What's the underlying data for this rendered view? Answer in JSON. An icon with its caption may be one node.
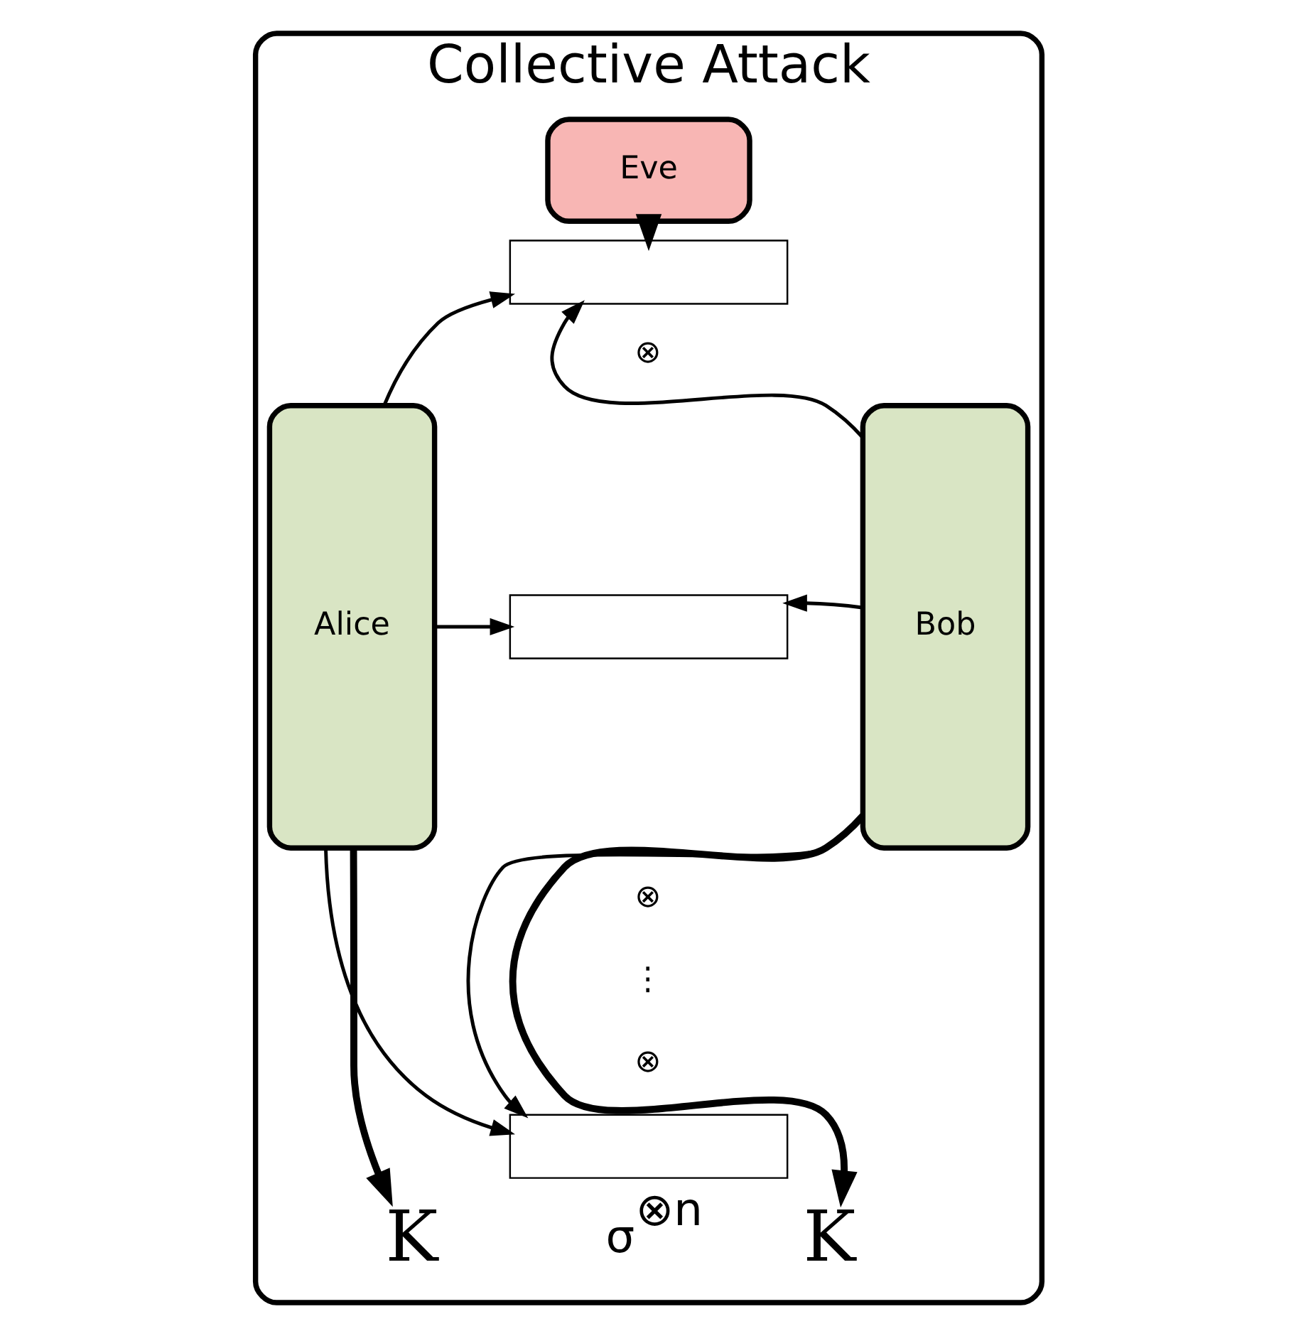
{
  "diagram": {
    "nodes": [
      {
        "text": [
          "Collective Attack"
        ]
      },
      {
        "text": [
          "Eve"
        ],
        "in": 0
      },
      {
        "text": [
          "Alice"
        ],
        "in": 0
      },
      {
        "text": [
          "Bob"
        ],
        "in": 0
      },
      {
        "text": [],
        "shape": "box",
        "in": 0
      },
      {
        "text": [],
        "shape": "box",
        "in": 0
      },
      {
        "text": [],
        "shape": "box",
        "in": 0
      },
      {
        "text": [
          "K"
        ],
        "in": 0
      },
      {
        "text": [
          "K"
        ],
        "in": 0
      }
    ],
    "edges": [
      {
        "from": 1,
        "to": 4,
        "arrow": "to",
        "style": "thick"
      },
      {
        "from": 2,
        "to": 4,
        "arrow": "to"
      },
      {
        "from": 2,
        "to": 5,
        "arrow": "to"
      },
      {
        "from": 2,
        "to": 6,
        "arrow": "to"
      },
      {
        "from": 3,
        "to": 4,
        "arrow": "to"
      },
      {
        "from": 3,
        "to": 5,
        "arrow": "to"
      },
      {
        "from": 3,
        "to": 6,
        "arrow": "to"
      },
      {
        "from": 2,
        "to": 7,
        "arrow": "to",
        "style": "thick"
      },
      {
        "from": 3,
        "to": 8,
        "arrow": "to",
        "style": "thick"
      }
    ],
    "labels": [
      "⊗",
      "⊗",
      "⋮",
      "⊗",
      "σ$^{⊗n}$"
    ]
  }
}
